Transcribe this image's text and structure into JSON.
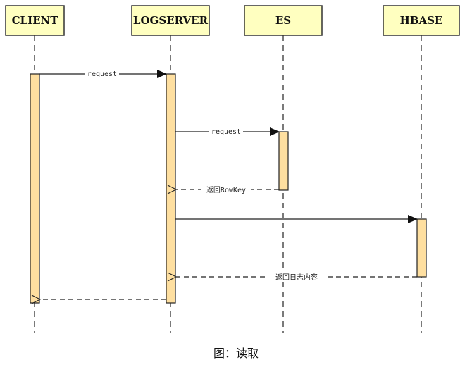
{
  "diagram": {
    "type": "sequence",
    "actors": [
      {
        "id": "client",
        "label": "CLIENT"
      },
      {
        "id": "logserver",
        "label": "LOGSERVER"
      },
      {
        "id": "es",
        "label": "ES"
      },
      {
        "id": "hbase",
        "label": "HBASE"
      }
    ],
    "messages": [
      {
        "from": "client",
        "to": "logserver",
        "label": "request",
        "style": "sync"
      },
      {
        "from": "logserver",
        "to": "es",
        "label": "request",
        "style": "sync"
      },
      {
        "from": "es",
        "to": "logserver",
        "label": "返回RowKey",
        "style": "return"
      },
      {
        "from": "logserver",
        "to": "hbase",
        "label": "",
        "style": "sync"
      },
      {
        "from": "hbase",
        "to": "logserver",
        "label": "返回日志内容",
        "style": "return"
      },
      {
        "from": "logserver",
        "to": "client",
        "label": "",
        "style": "return"
      }
    ],
    "colors": {
      "actor_fill": "#ffffc0",
      "activation_fill": "#fedfa0",
      "line": "#222222"
    }
  },
  "caption": "图：读取"
}
